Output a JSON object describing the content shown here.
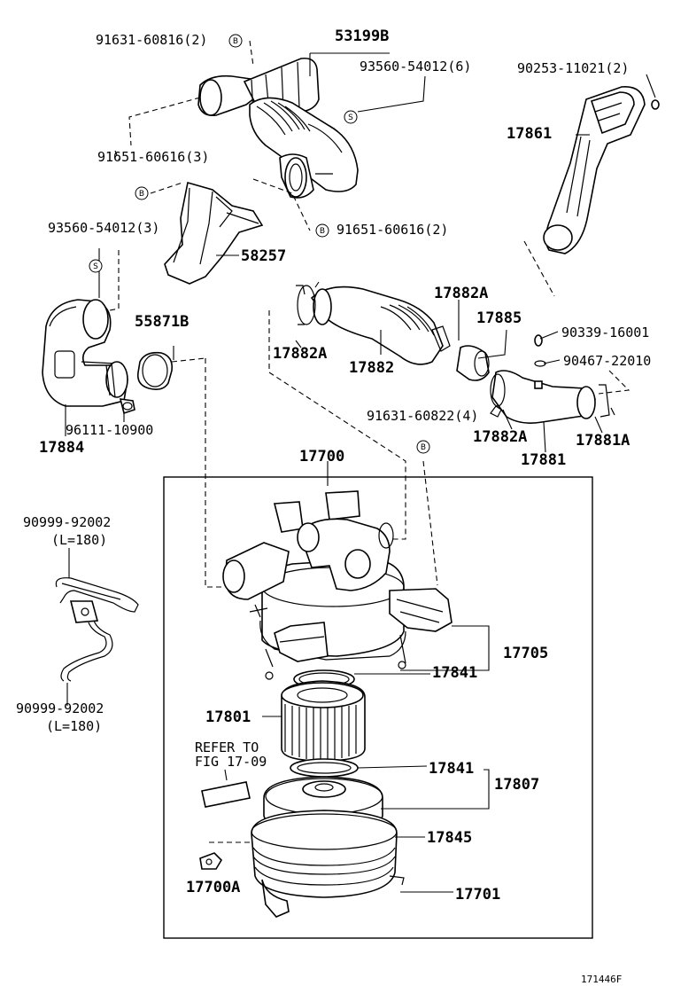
{
  "labels": {
    "l1": "91631-60816(2)",
    "l2": "53199B",
    "l3": "93560-54012(6)",
    "l4": "90253-11021(2)",
    "l5": "17861",
    "l6": "91651-60616(3)",
    "l7": "91651-60616(2)",
    "l8": "93560-54012(3)",
    "l9": "58257",
    "l10": "55871B",
    "l11": "17882A",
    "l12": "17885",
    "l13": "90339-16001",
    "l14": "90467-22010",
    "l15": "17882A",
    "l16": "17882",
    "l17": "96111-10900",
    "l18": "17884",
    "l19": "91631-60822(4)",
    "l20": "17882A",
    "l21": "17881A",
    "l22": "17881",
    "l23": "17700",
    "l24": "90999-92002",
    "l25": "(L=180)",
    "l26": "17705",
    "l27": "17841",
    "l28": "90999-92002",
    "l29": "(L=180)",
    "l30": "17801",
    "l31": "REFER TO",
    "l32": "FIG 17-09",
    "l33": "17841",
    "l34": "17807",
    "l35": "17845",
    "l36": "17700A",
    "l37": "17701",
    "l38": "171446F"
  },
  "codes": {
    "b": "B",
    "s": "S"
  }
}
